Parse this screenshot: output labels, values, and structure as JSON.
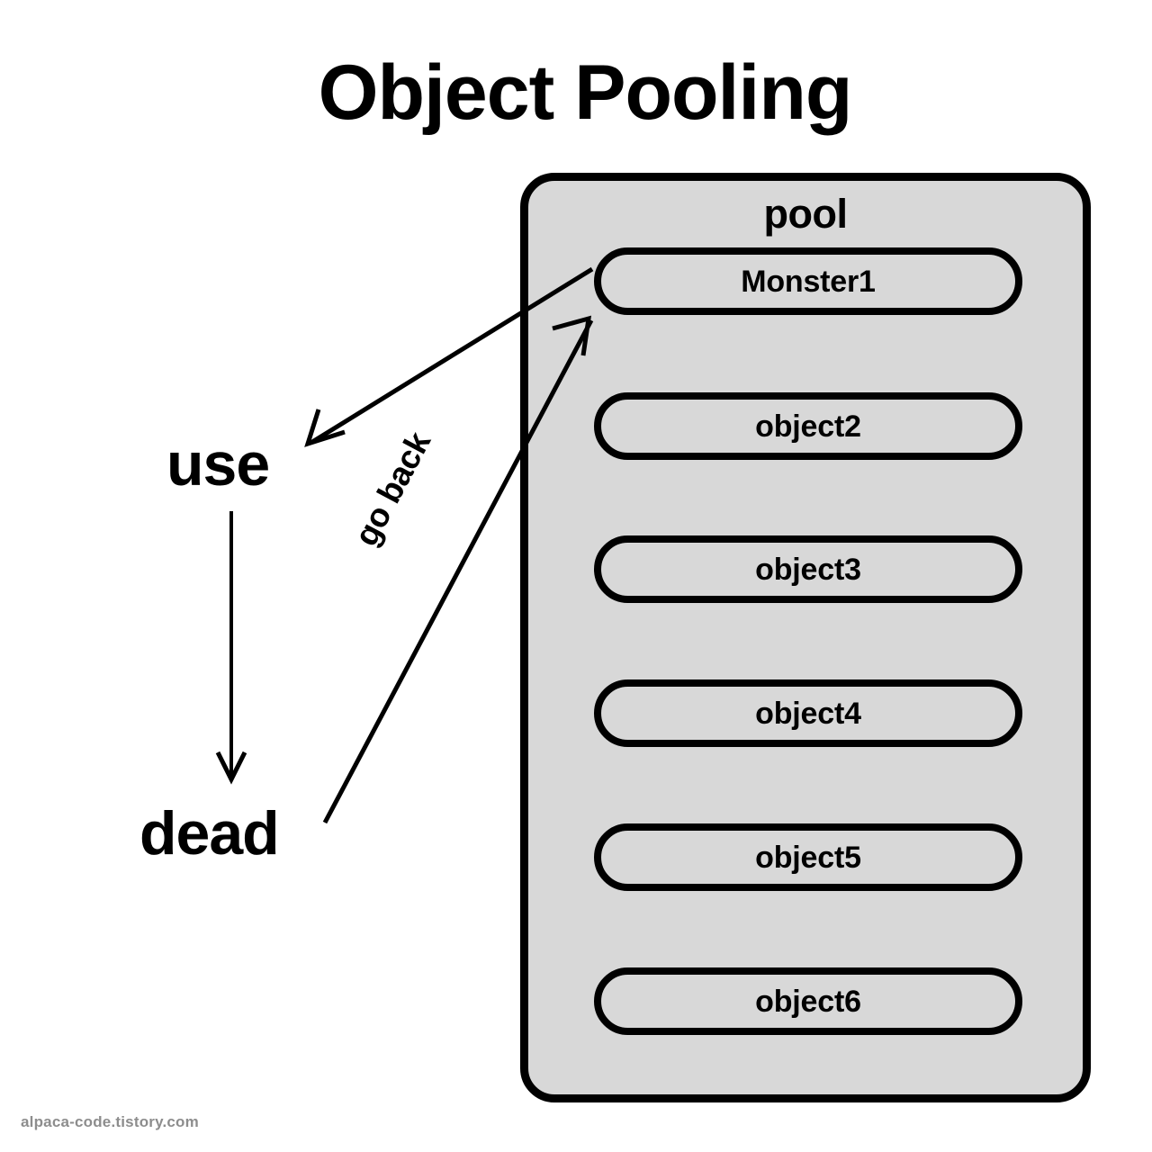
{
  "page": {
    "title": "Object Pooling",
    "background_color": "#ffffff",
    "ink_color": "#000000"
  },
  "watermark": {
    "text": "alpaca-code.tistory.com",
    "color": "#8d8d8d"
  },
  "pool": {
    "label": "pool",
    "fill_color": "#d8d8d8",
    "border_color": "#000000",
    "items": [
      {
        "label": "Monster1"
      },
      {
        "label": "object2"
      },
      {
        "label": "object3"
      },
      {
        "label": "object4"
      },
      {
        "label": "object5"
      },
      {
        "label": "object6"
      }
    ]
  },
  "states": {
    "use": "use",
    "dead": "dead"
  },
  "arrows": [
    {
      "name": "use-arrow",
      "label": "",
      "from": "pool-item-monster1",
      "to": "use",
      "direction": "down-left"
    },
    {
      "name": "dead-arrow",
      "label": "",
      "from": "use",
      "to": "dead",
      "direction": "down"
    },
    {
      "name": "go-back-arrow",
      "label": "go back",
      "from": "dead",
      "to": "pool-item-monster1",
      "direction": "up-right"
    }
  ],
  "diagram_data": {
    "type": "flow-diagram",
    "title": "Object Pooling",
    "nodes": [
      {
        "id": "pool",
        "label": "pool",
        "kind": "container"
      },
      {
        "id": "monster1",
        "label": "Monster1",
        "kind": "pool-item"
      },
      {
        "id": "object2",
        "label": "object2",
        "kind": "pool-item"
      },
      {
        "id": "object3",
        "label": "object3",
        "kind": "pool-item"
      },
      {
        "id": "object4",
        "label": "object4",
        "kind": "pool-item"
      },
      {
        "id": "object5",
        "label": "object5",
        "kind": "pool-item"
      },
      {
        "id": "object6",
        "label": "object6",
        "kind": "pool-item"
      },
      {
        "id": "use",
        "label": "use",
        "kind": "state"
      },
      {
        "id": "dead",
        "label": "dead",
        "kind": "state"
      }
    ],
    "edges": [
      {
        "source": "monster1",
        "target": "use",
        "label": ""
      },
      {
        "source": "use",
        "target": "dead",
        "label": ""
      },
      {
        "source": "dead",
        "target": "monster1",
        "label": "go back"
      }
    ]
  }
}
